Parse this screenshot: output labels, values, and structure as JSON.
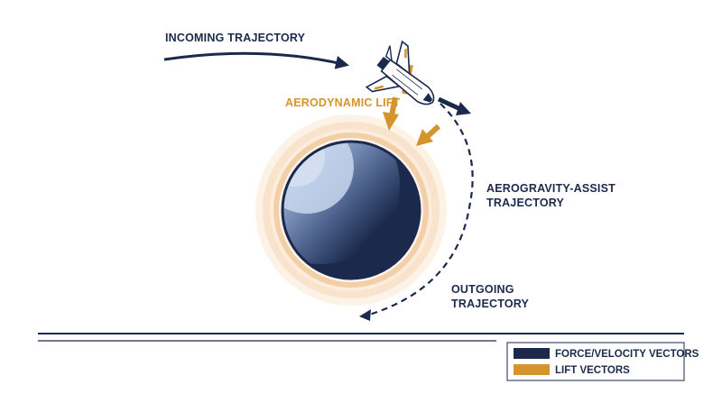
{
  "labels": {
    "incoming": "INCOMING TRAJECTORY",
    "lift": "AERODYNAMIC LIFT",
    "assist_line1": "AEROGRAVITY-ASSIST",
    "assist_line2": "TRAJECTORY",
    "outgoing_line1": "OUTGOING",
    "outgoing_line2": "TRAJECTORY"
  },
  "legend": {
    "items": [
      {
        "label": "FORCE/VELOCITY VECTORS",
        "color": "#1b2a4c"
      },
      {
        "label": "LIFT VECTORS",
        "color": "#d4952c"
      }
    ]
  },
  "colors": {
    "navy": "#1b2a4c",
    "gold": "#d4952c",
    "atmosphere": "#f6dcc0",
    "planet_highlight": "#b8cae6"
  },
  "icons": {
    "vehicle": "space-shuttle-icon",
    "planet": "planet-icon"
  }
}
